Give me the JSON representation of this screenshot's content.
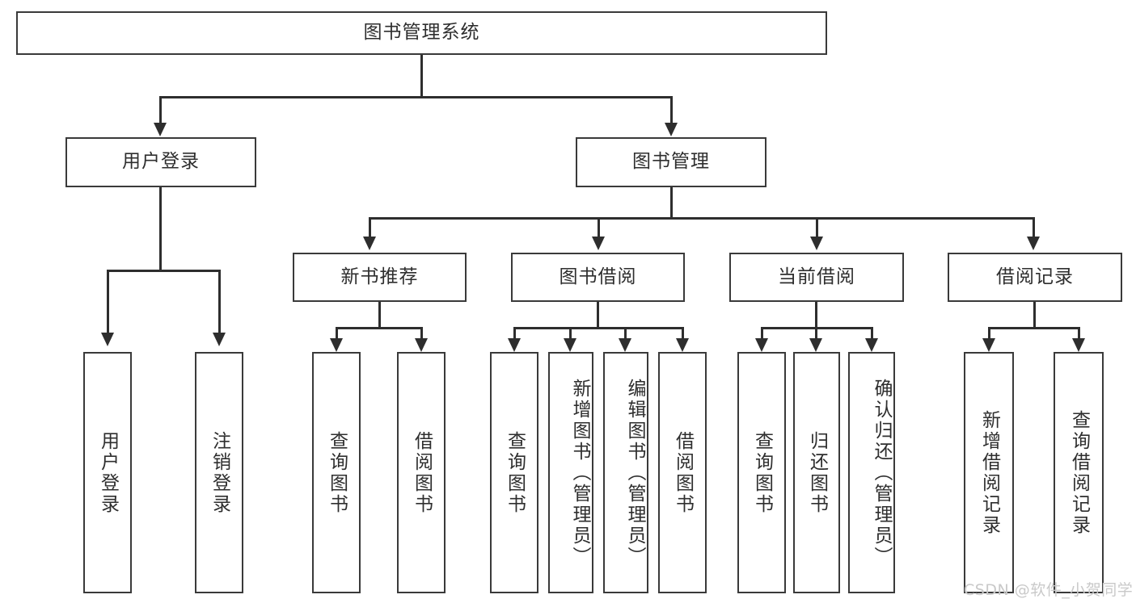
{
  "diagram": {
    "title": "图书管理系统",
    "type": "tree-hierarchy",
    "colors": {
      "box_border": "#3a3a3a",
      "line": "#2e2e2e",
      "text": "#2e2e2e",
      "background": "#ffffff",
      "watermark": "#c9c9c9"
    },
    "root": {
      "label": "图书管理系统"
    },
    "level2": [
      {
        "label": "用户登录"
      },
      {
        "label": "图书管理"
      }
    ],
    "level3": [
      {
        "label": "新书推荐"
      },
      {
        "label": "图书借阅"
      },
      {
        "label": "当前借阅"
      },
      {
        "label": "借阅记录"
      }
    ],
    "leaves": {
      "user_login": [
        {
          "label": "用户登录"
        },
        {
          "label": "注销登录"
        }
      ],
      "new_book_recommend": [
        {
          "label": "查询图书"
        },
        {
          "label": "借阅图书"
        }
      ],
      "book_borrow": [
        {
          "label": "查询图书"
        },
        {
          "label": "新增图书（管理员）"
        },
        {
          "label": "编辑图书（管理员）"
        },
        {
          "label": "借阅图书"
        }
      ],
      "current_borrow": [
        {
          "label": "查询图书"
        },
        {
          "label": "归还图书"
        },
        {
          "label": "确认归还（管理员）"
        }
      ],
      "borrow_record": [
        {
          "label": "新增借阅记录"
        },
        {
          "label": "查询借阅记录"
        }
      ]
    }
  },
  "watermark": {
    "text": "CSDN @软件_小贺同学"
  }
}
